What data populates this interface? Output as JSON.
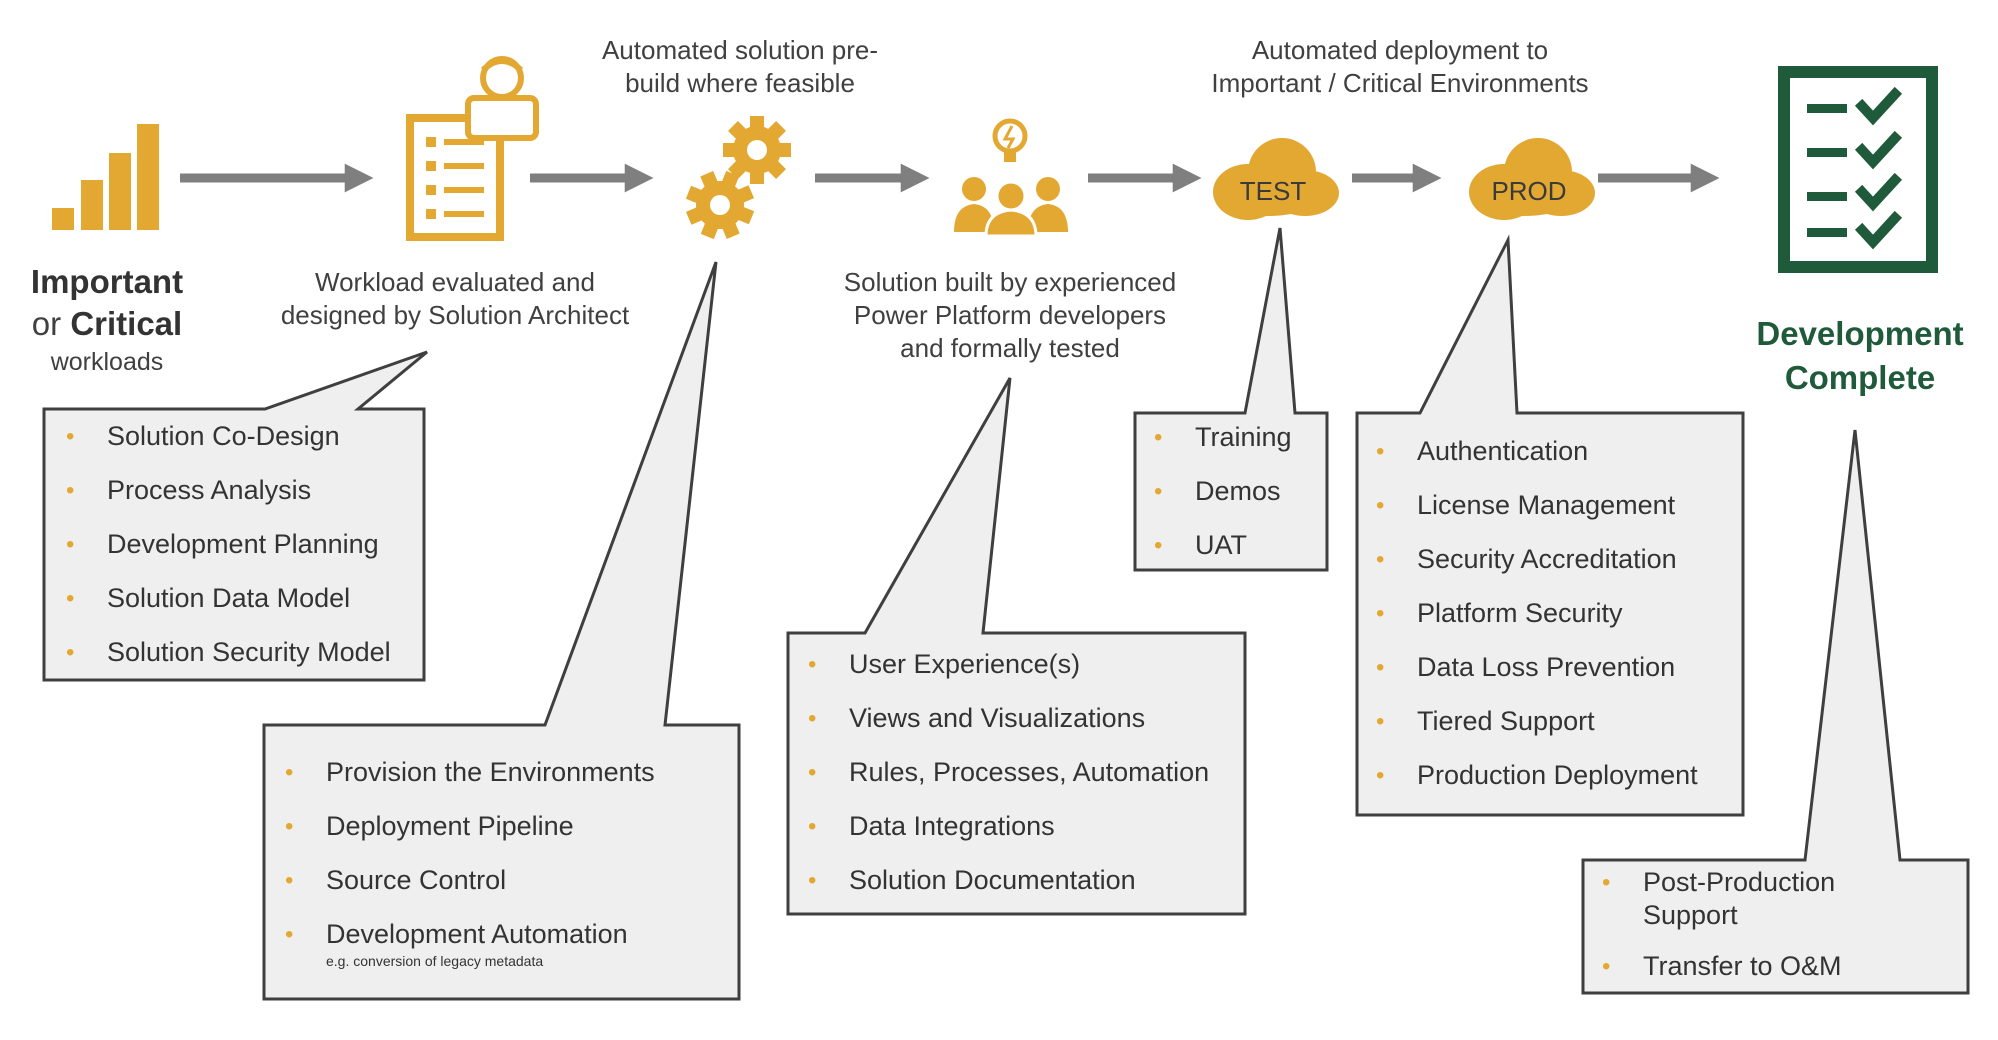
{
  "colors": {
    "accent": "#E2A832",
    "arrow": "#7f7f7f",
    "box_fill": "#efefef",
    "box_border": "#3f3f3f",
    "complete_green": "#1f5a3a"
  },
  "start": {
    "icon": "bar-chart-icon",
    "line1_bold": "Important",
    "line2_prefix": "or",
    "line2_bold": "Critical",
    "line3": "workloads"
  },
  "steps": {
    "architect": {
      "icon": "architect-checklist-icon",
      "caption_line1": "Workload evaluated and",
      "caption_line2": "designed by Solution Architect"
    },
    "prebuild": {
      "icon": "gears-icon",
      "caption_line1": "Automated solution pre-",
      "caption_line2": "build where feasible"
    },
    "developers": {
      "icon": "team-idea-icon",
      "caption_line1": "Solution built by experienced",
      "caption_line2": "Power Platform developers",
      "caption_line3": "and formally tested"
    },
    "deployment": {
      "caption_line1": "Automated deployment to",
      "caption_line2": "Important / Critical Environments",
      "test_label": "TEST",
      "prod_label": "PROD"
    },
    "complete": {
      "icon": "checklist-complete-icon",
      "line1": "Development",
      "line2": "Complete"
    }
  },
  "callouts": {
    "design": {
      "items": [
        "Solution Co-Design",
        "Process Analysis",
        "Development Planning",
        "Solution Data Model",
        "Solution Security Model"
      ]
    },
    "provision": {
      "items": [
        "Provision the Environments",
        "Deployment Pipeline",
        "Source Control",
        "Development Automation"
      ],
      "note": "e.g. conversion of legacy metadata"
    },
    "build": {
      "items": [
        "User Experience(s)",
        "Views and Visualizations",
        "Rules, Processes, Automation",
        "Data Integrations",
        "Solution Documentation"
      ]
    },
    "test": {
      "items": [
        "Training",
        "Demos",
        "UAT"
      ]
    },
    "prod": {
      "items": [
        "Authentication",
        "License Management",
        "Security Accreditation",
        "Platform Security",
        "Data Loss Prevention",
        "Tiered Support",
        "Production Deployment"
      ]
    },
    "complete": {
      "items": [
        "Post-Production",
        "Support",
        "Transfer to O&M"
      ]
    }
  },
  "bullet_glyph": "•"
}
